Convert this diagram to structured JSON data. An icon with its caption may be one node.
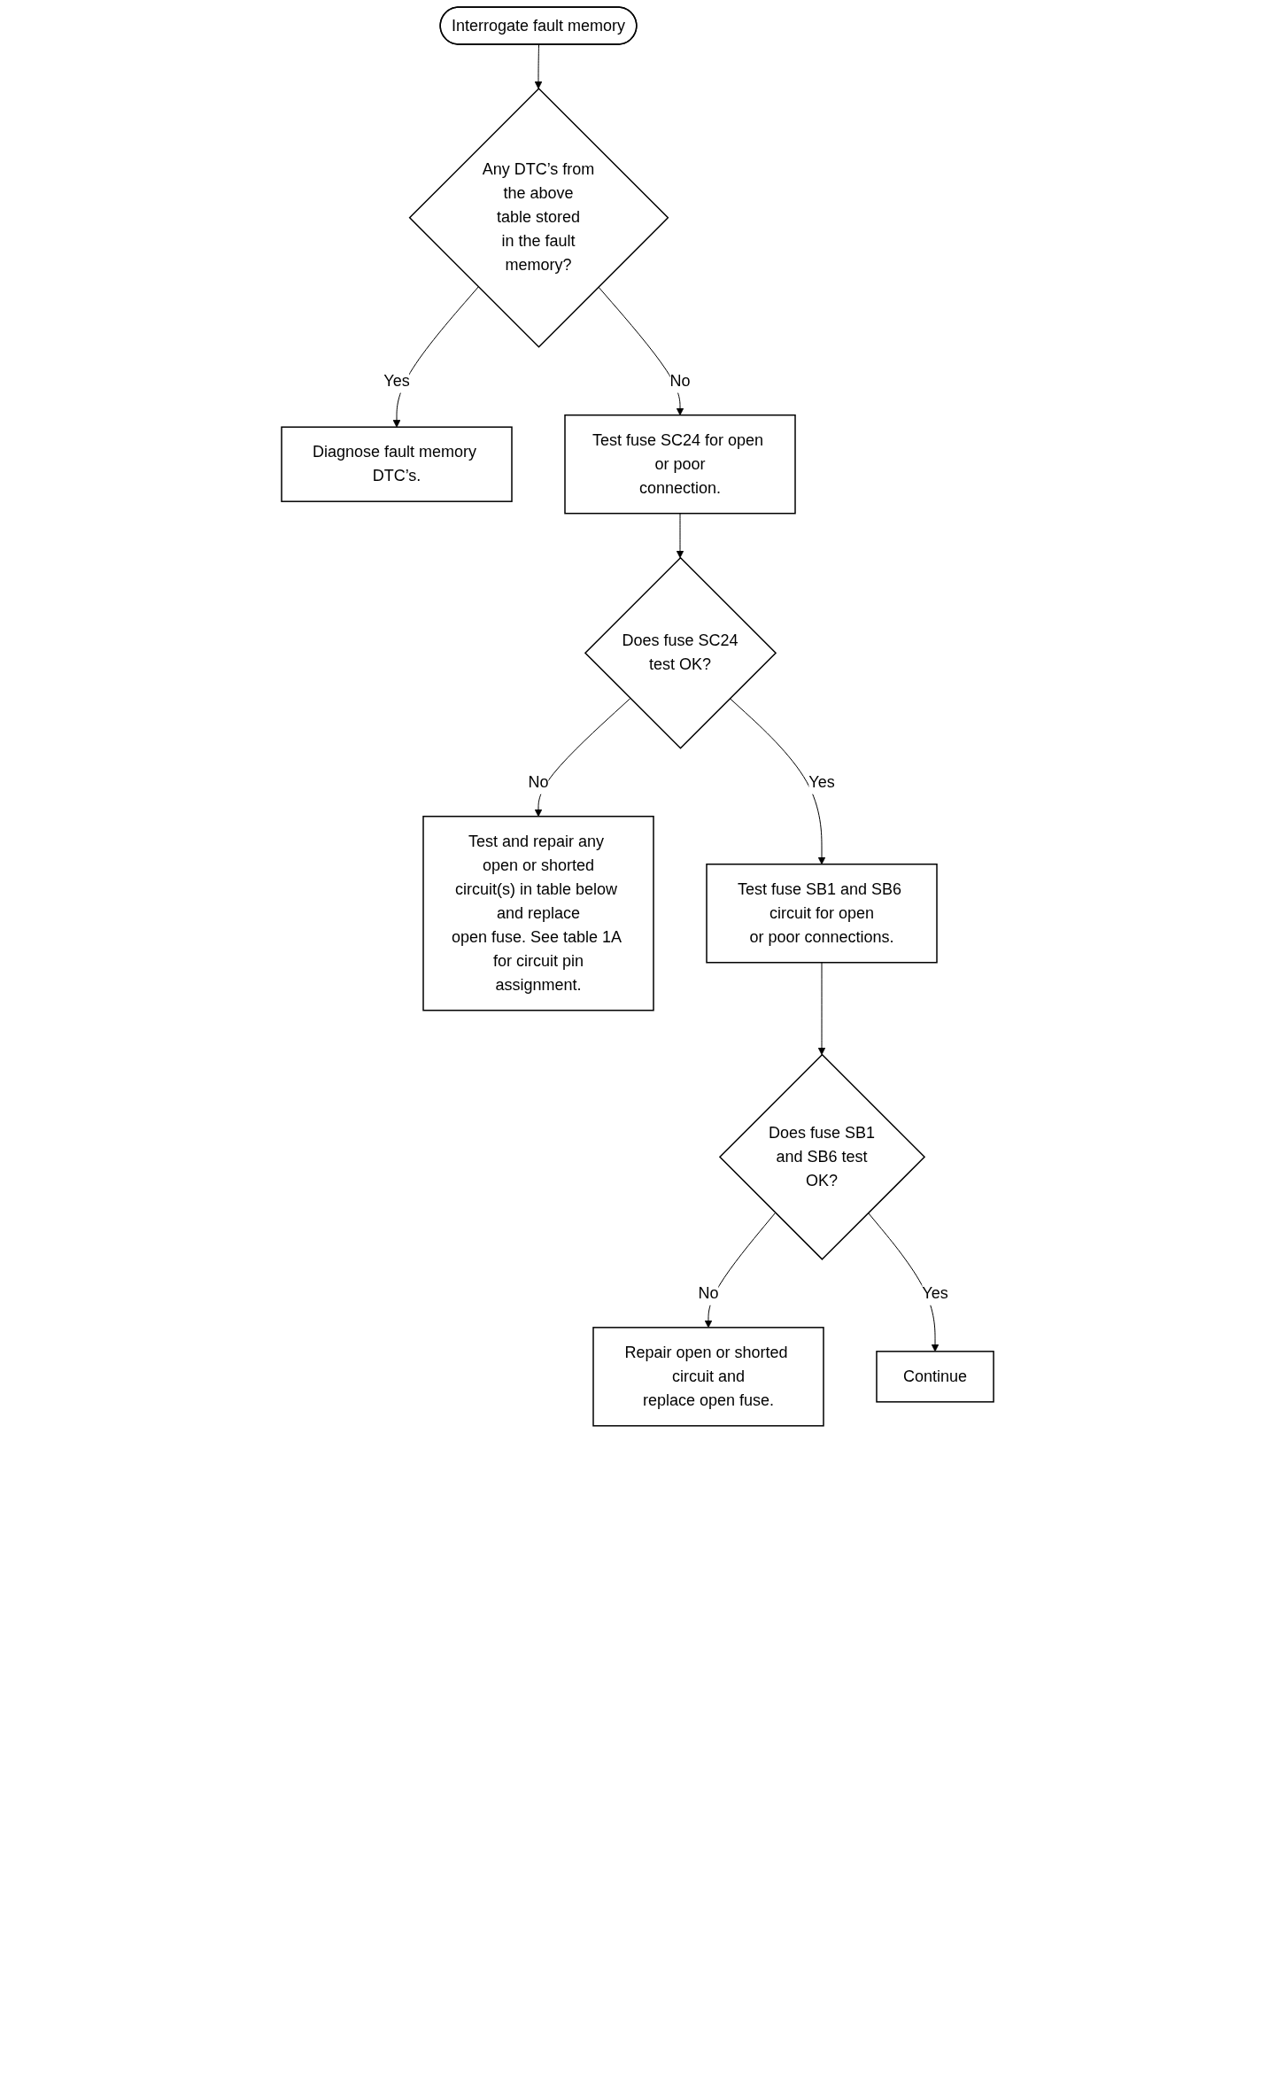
{
  "diagram": {
    "nodes": [
      {
        "text": [
          "Interrogate fault memory"
        ]
      },
      {
        "text": [
          "Any DTC’s from the above table stored in the fault memory?"
        ]
      },
      {
        "text": [
          "Diagnose fault memory DTC’s."
        ]
      },
      {
        "text": [
          "Test fuse SC24 for open or poor connection."
        ]
      },
      {
        "text": [
          "Does fuse SC24 test OK?"
        ]
      },
      {
        "text": [
          "Test and repair any open or shorted circuit(s) in table below and replace open fuse. See table 1A for circuit pin assignment."
        ]
      },
      {
        "text": [
          "Test fuse SB1 and SB6 circuit for open or poor connections."
        ]
      },
      {
        "text": [
          "Does fuse SB1 and SB6 test OK?"
        ]
      },
      {
        "text": [
          "Repair open or shorted circuit and replace open fuse."
        ]
      },
      {
        "text": [
          "Continue"
        ]
      }
    ],
    "edges": [
      {
        "from": 0,
        "to": 1,
        "arrow": "to"
      },
      {
        "from": 1,
        "to": 2,
        "arrow": "to",
        "label": "Yes"
      },
      {
        "from": 1,
        "to": 3,
        "arrow": "to",
        "label": "No"
      },
      {
        "from": 3,
        "to": 4,
        "arrow": "to"
      },
      {
        "from": 4,
        "to": 5,
        "arrow": "to",
        "label": "No"
      },
      {
        "from": 4,
        "to": 6,
        "arrow": "to",
        "label": "Yes"
      },
      {
        "from": 6,
        "to": 7,
        "arrow": "to"
      },
      {
        "from": 7,
        "to": 8,
        "arrow": "to",
        "label": "No"
      },
      {
        "from": 7,
        "to": 9,
        "arrow": "to",
        "label": "Yes"
      }
    ]
  }
}
